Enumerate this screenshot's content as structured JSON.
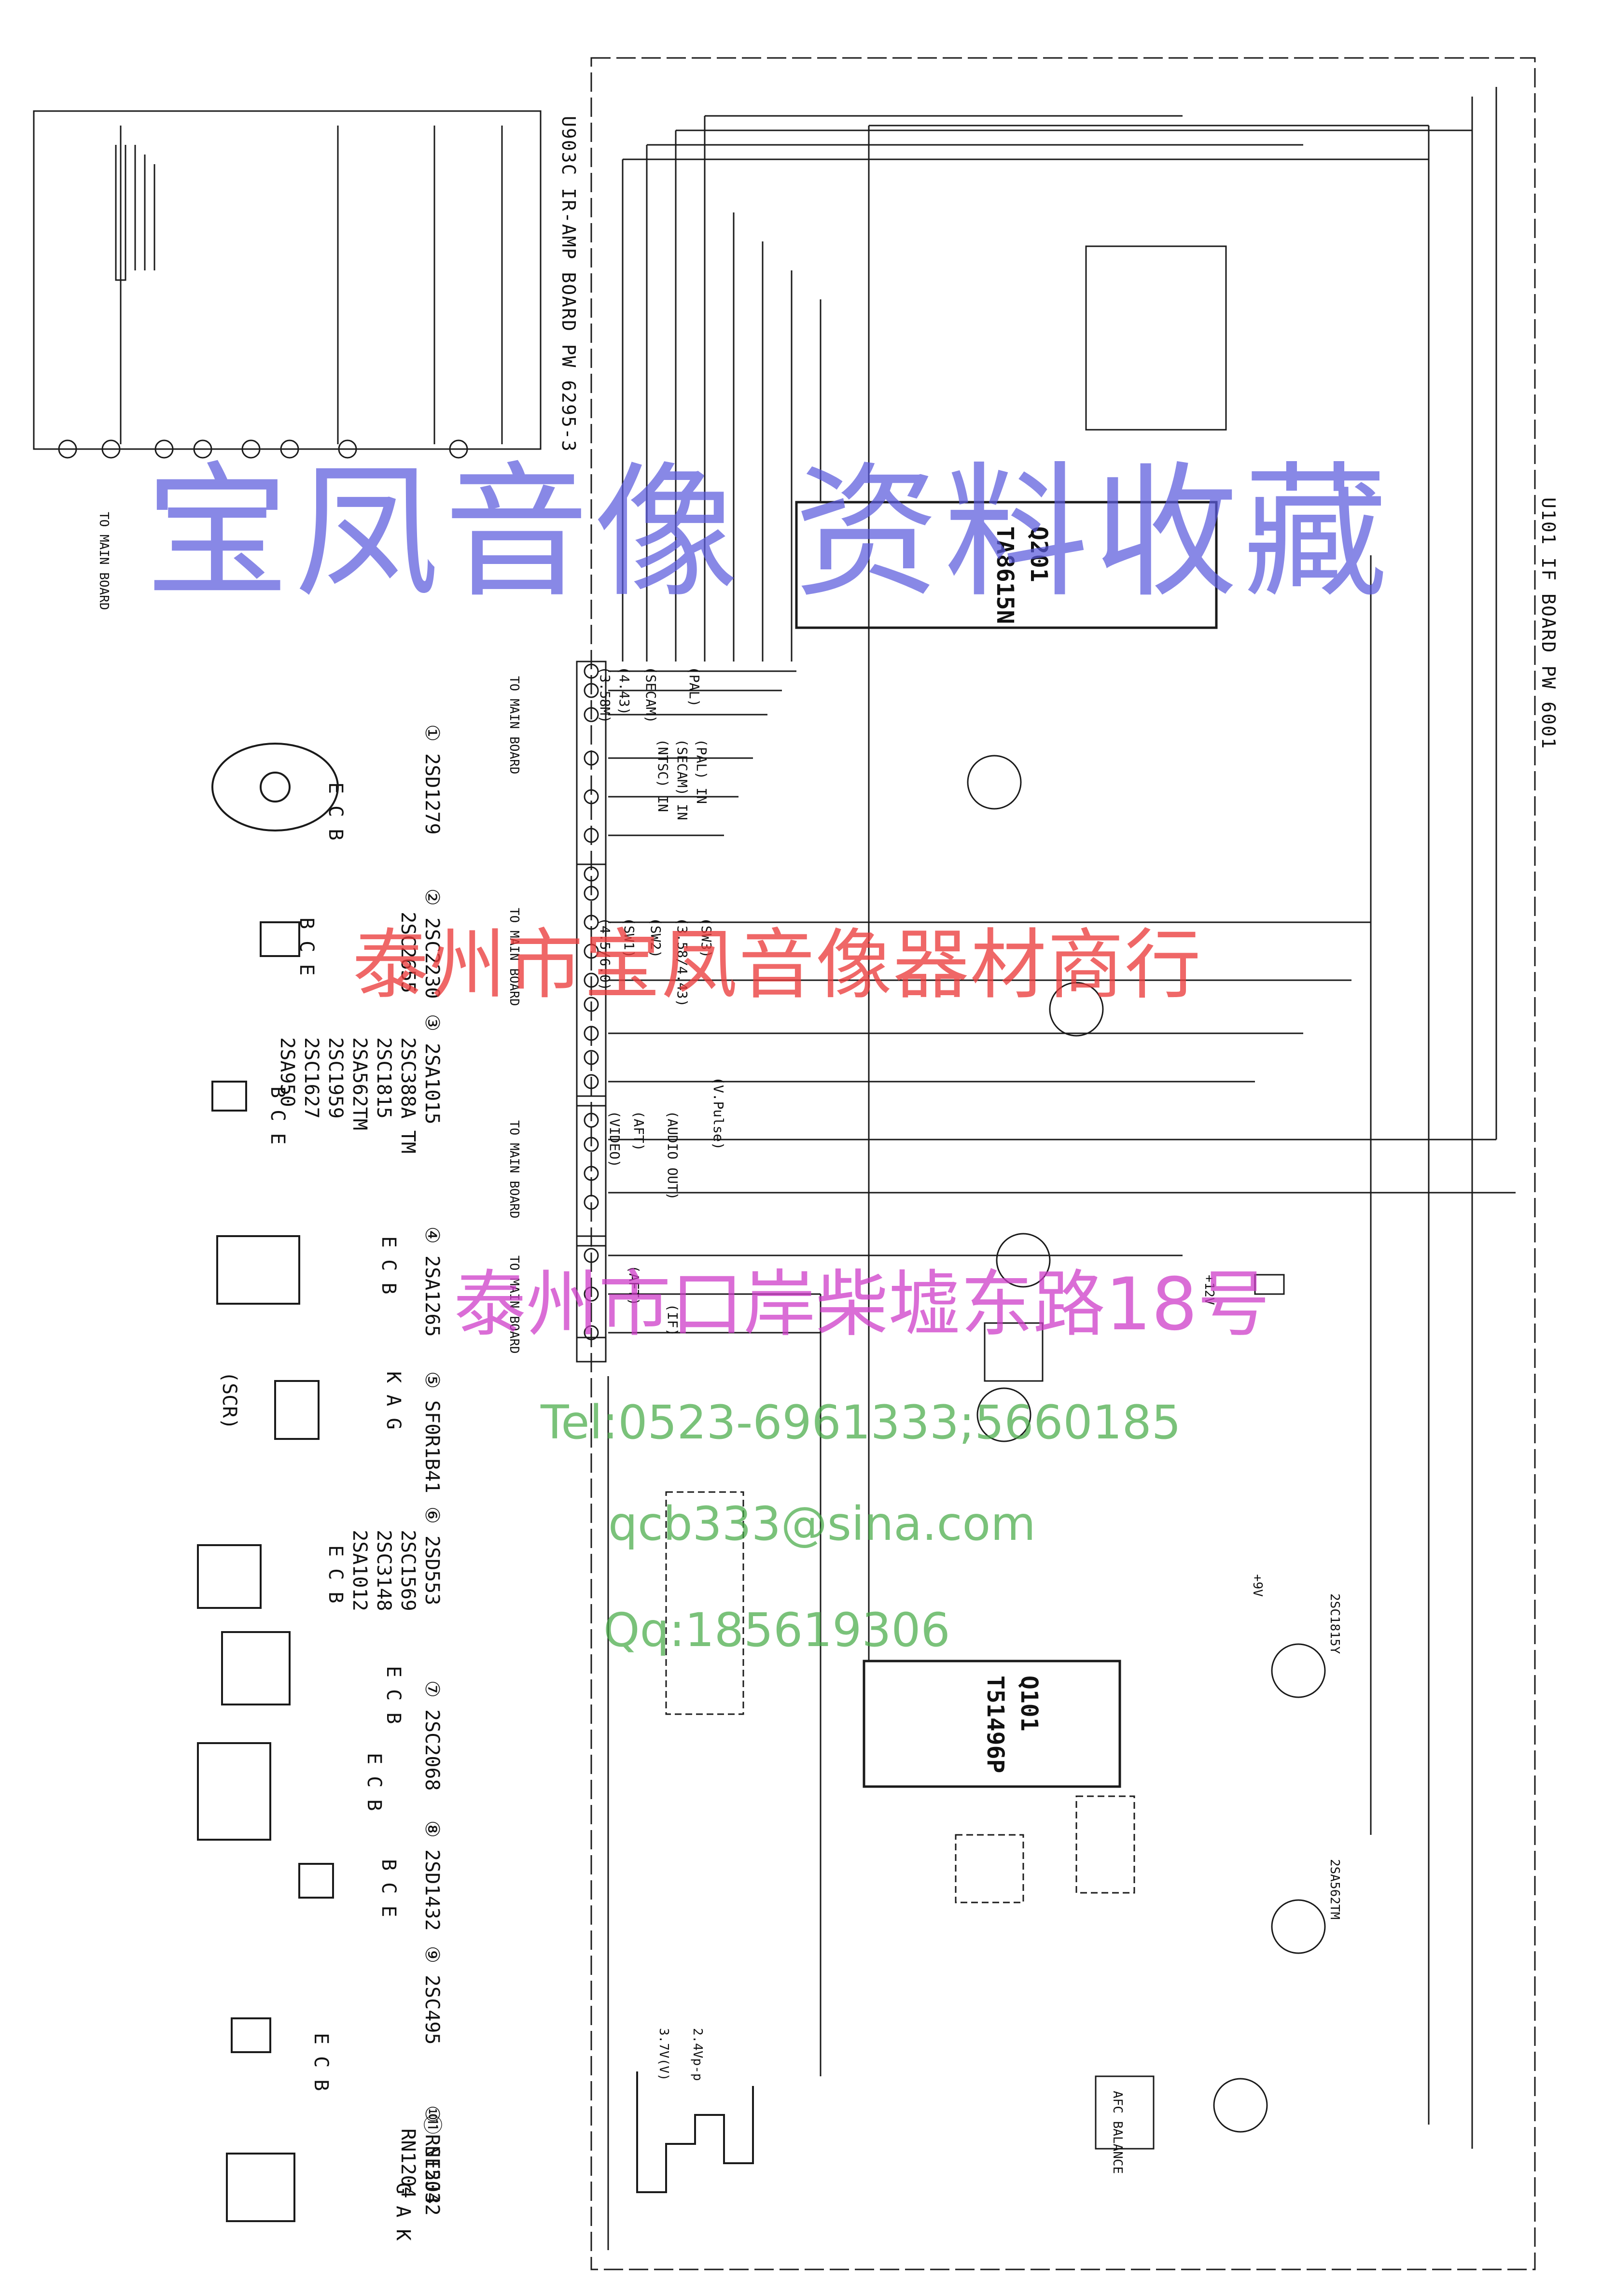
{
  "boards": {
    "left_title": "U903C IR-AMP BOARD PW 6295-3",
    "right_title": "U101 IF BOARD PW 6001"
  },
  "ics": {
    "ic1_name": "TA8615N",
    "ic1_ref": "Q201",
    "ic2_name": "T51496P",
    "ic2_ref": "Q101"
  },
  "connector_annotations": [
    "(3.58M)",
    "(4.43)",
    "(SECAM)",
    "(PAL)",
    "(NTSC) IN",
    "(SECAM) IN",
    "(PAL) IN",
    "(4.5/6.0)",
    "(SW1)",
    "(SW2)",
    "(3.58/4.43)",
    "(SW3)",
    "(V.Pulse)",
    "(VIDEO)",
    "(AFT)",
    "(AUDIO OUT)",
    "(AFT)",
    "(IF)"
  ],
  "connector_targets": [
    "TO MAIN BOARD",
    "TO MAIN BOARD",
    "TO MAIN BOARD",
    "TO MAIN BOARD",
    "TO MAIN BOARD"
  ],
  "transistors": [
    {
      "num": "①",
      "parts": [
        "2SD1279"
      ],
      "pins": "E C B"
    },
    {
      "num": "②",
      "parts": [
        "2SC2230",
        "2SC2655"
      ],
      "pins": "B C E"
    },
    {
      "num": "③",
      "parts": [
        "2SA1015",
        "2SC388A TM",
        "2SC1815",
        "2SA562TM",
        "2SC1959",
        "2SC1627",
        "2SA950"
      ],
      "pins": "B C E"
    },
    {
      "num": "④",
      "parts": [
        "2SA1265"
      ],
      "pins": "E C B"
    },
    {
      "num": "⑤",
      "parts": [
        "SF0R1B41"
      ],
      "pins": "K A G",
      "note": "(SCR)"
    },
    {
      "num": "⑥",
      "parts": [
        "2SD553",
        "2SC1569",
        "2SC3148",
        "2SA1012"
      ],
      "pins": "E C B"
    },
    {
      "num": "⑦",
      "parts": [
        "2SC2068"
      ],
      "pins": "E C B"
    },
    {
      "num": "⑧",
      "parts": [
        "2SD1432"
      ],
      "pins": "E C B"
    },
    {
      "num": "⑨",
      "parts": [
        "2SC495"
      ],
      "pins": "B C E"
    },
    {
      "num": "⑩",
      "parts": [
        "RN1203",
        "RN1204"
      ],
      "pins": "E C B"
    },
    {
      "num": "⑪",
      "parts": [
        "SF5J42"
      ],
      "pins": "G A K"
    }
  ],
  "watermarks": {
    "line1": "宝凤音像 资料收藏",
    "line2": "泰州市宝凤音像器材商行",
    "line3": "泰州市口岸柴墟东路18号",
    "line4": "Tel:0523-6961333;5660185",
    "line5": "qcb333@sina.com",
    "line6": "Qq:185619306"
  },
  "misc": {
    "supply_12v": "+12V",
    "supply_9v": "+9V",
    "afc_balance": "AFC BALANCE",
    "transistor_q2": "2SC1815Y",
    "transistor_q3": "2SA562TM",
    "wave_label_1": "2.4Vp-p",
    "wave_label_2": "3.7V(V)"
  },
  "colors": {
    "line": "#1a1a1a",
    "wm_blue": "#5a5adc",
    "wm_red": "#eb3c3c",
    "wm_magenta": "#cd3cc8",
    "wm_green": "#46aa46"
  }
}
